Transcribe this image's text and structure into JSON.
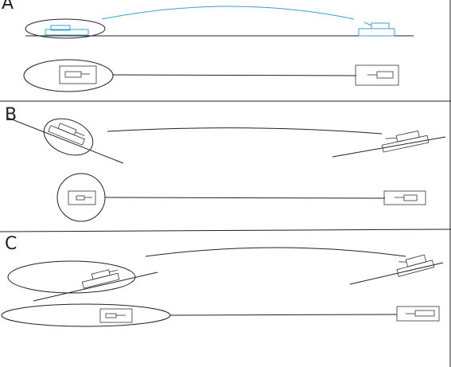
{
  "panels": [
    {
      "label": "A",
      "tilt": "flat"
    },
    {
      "label": "B",
      "tilt": "sloped"
    },
    {
      "label": "C",
      "tilt": "sloped"
    }
  ],
  "colors": {
    "ink": "#222222",
    "accent": "#3aa0c8",
    "background": "#ffffff"
  }
}
